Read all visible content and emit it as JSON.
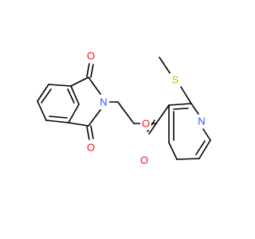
{
  "molecule": {
    "atoms": {
      "o_top": {
        "symbol": "O",
        "color": "#ff0d0d"
      },
      "o_bottom": {
        "symbol": "O",
        "color": "#ff0d0d"
      },
      "n_imide": {
        "symbol": "N",
        "color": "#3050f8"
      },
      "o_ester": {
        "symbol": "O",
        "color": "#ff0d0d"
      },
      "o_carbonyl": {
        "symbol": "O",
        "color": "#ff0d0d"
      },
      "s_thio": {
        "symbol": "S",
        "color": "#c8b400"
      },
      "n_pyridine": {
        "symbol": "N",
        "color": "#3050f8"
      }
    },
    "bond_color": "#000000"
  }
}
